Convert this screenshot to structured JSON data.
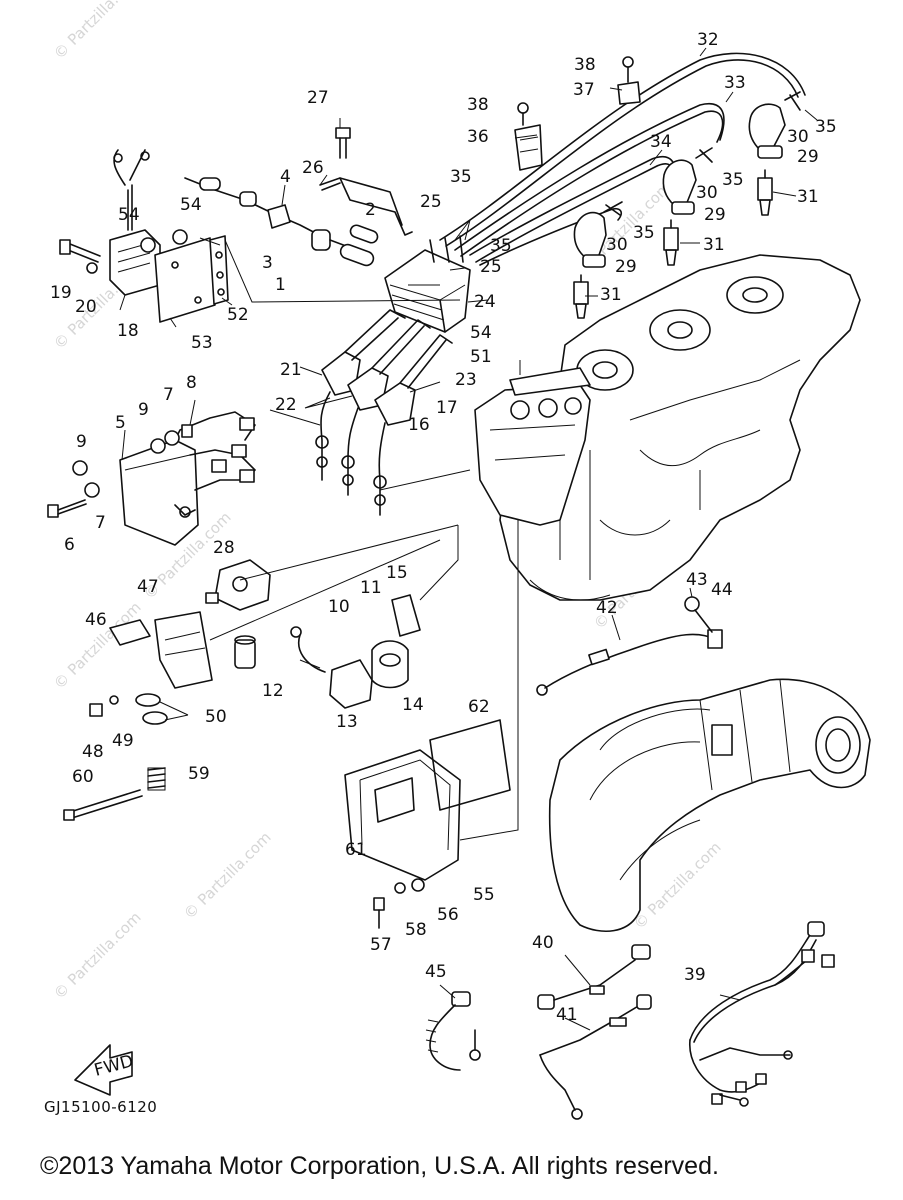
{
  "diagram": {
    "code": "GJ15100-6120",
    "copyright": "©2013 Yamaha Motor Corporation, U.S.A. All rights reserved.",
    "fwd_label": "FWD",
    "watermark": "© Partzilla.com",
    "callouts": [
      "1",
      "2",
      "3",
      "4",
      "5",
      "6",
      "7",
      "7",
      "8",
      "9",
      "9",
      "10",
      "11",
      "12",
      "13",
      "14",
      "15",
      "16",
      "17",
      "18",
      "19",
      "20",
      "21",
      "22",
      "23",
      "24",
      "25",
      "25",
      "26",
      "27",
      "28",
      "29",
      "29",
      "29",
      "30",
      "30",
      "30",
      "31",
      "31",
      "31",
      "32",
      "33",
      "34",
      "35",
      "35",
      "35",
      "35",
      "35",
      "36",
      "37",
      "38",
      "38",
      "39",
      "40",
      "41",
      "42",
      "43",
      "44",
      "45",
      "46",
      "47",
      "48",
      "49",
      "50",
      "51",
      "52",
      "53",
      "54",
      "54",
      "54",
      "55",
      "56",
      "57",
      "58",
      "59",
      "60",
      "61",
      "62"
    ]
  }
}
